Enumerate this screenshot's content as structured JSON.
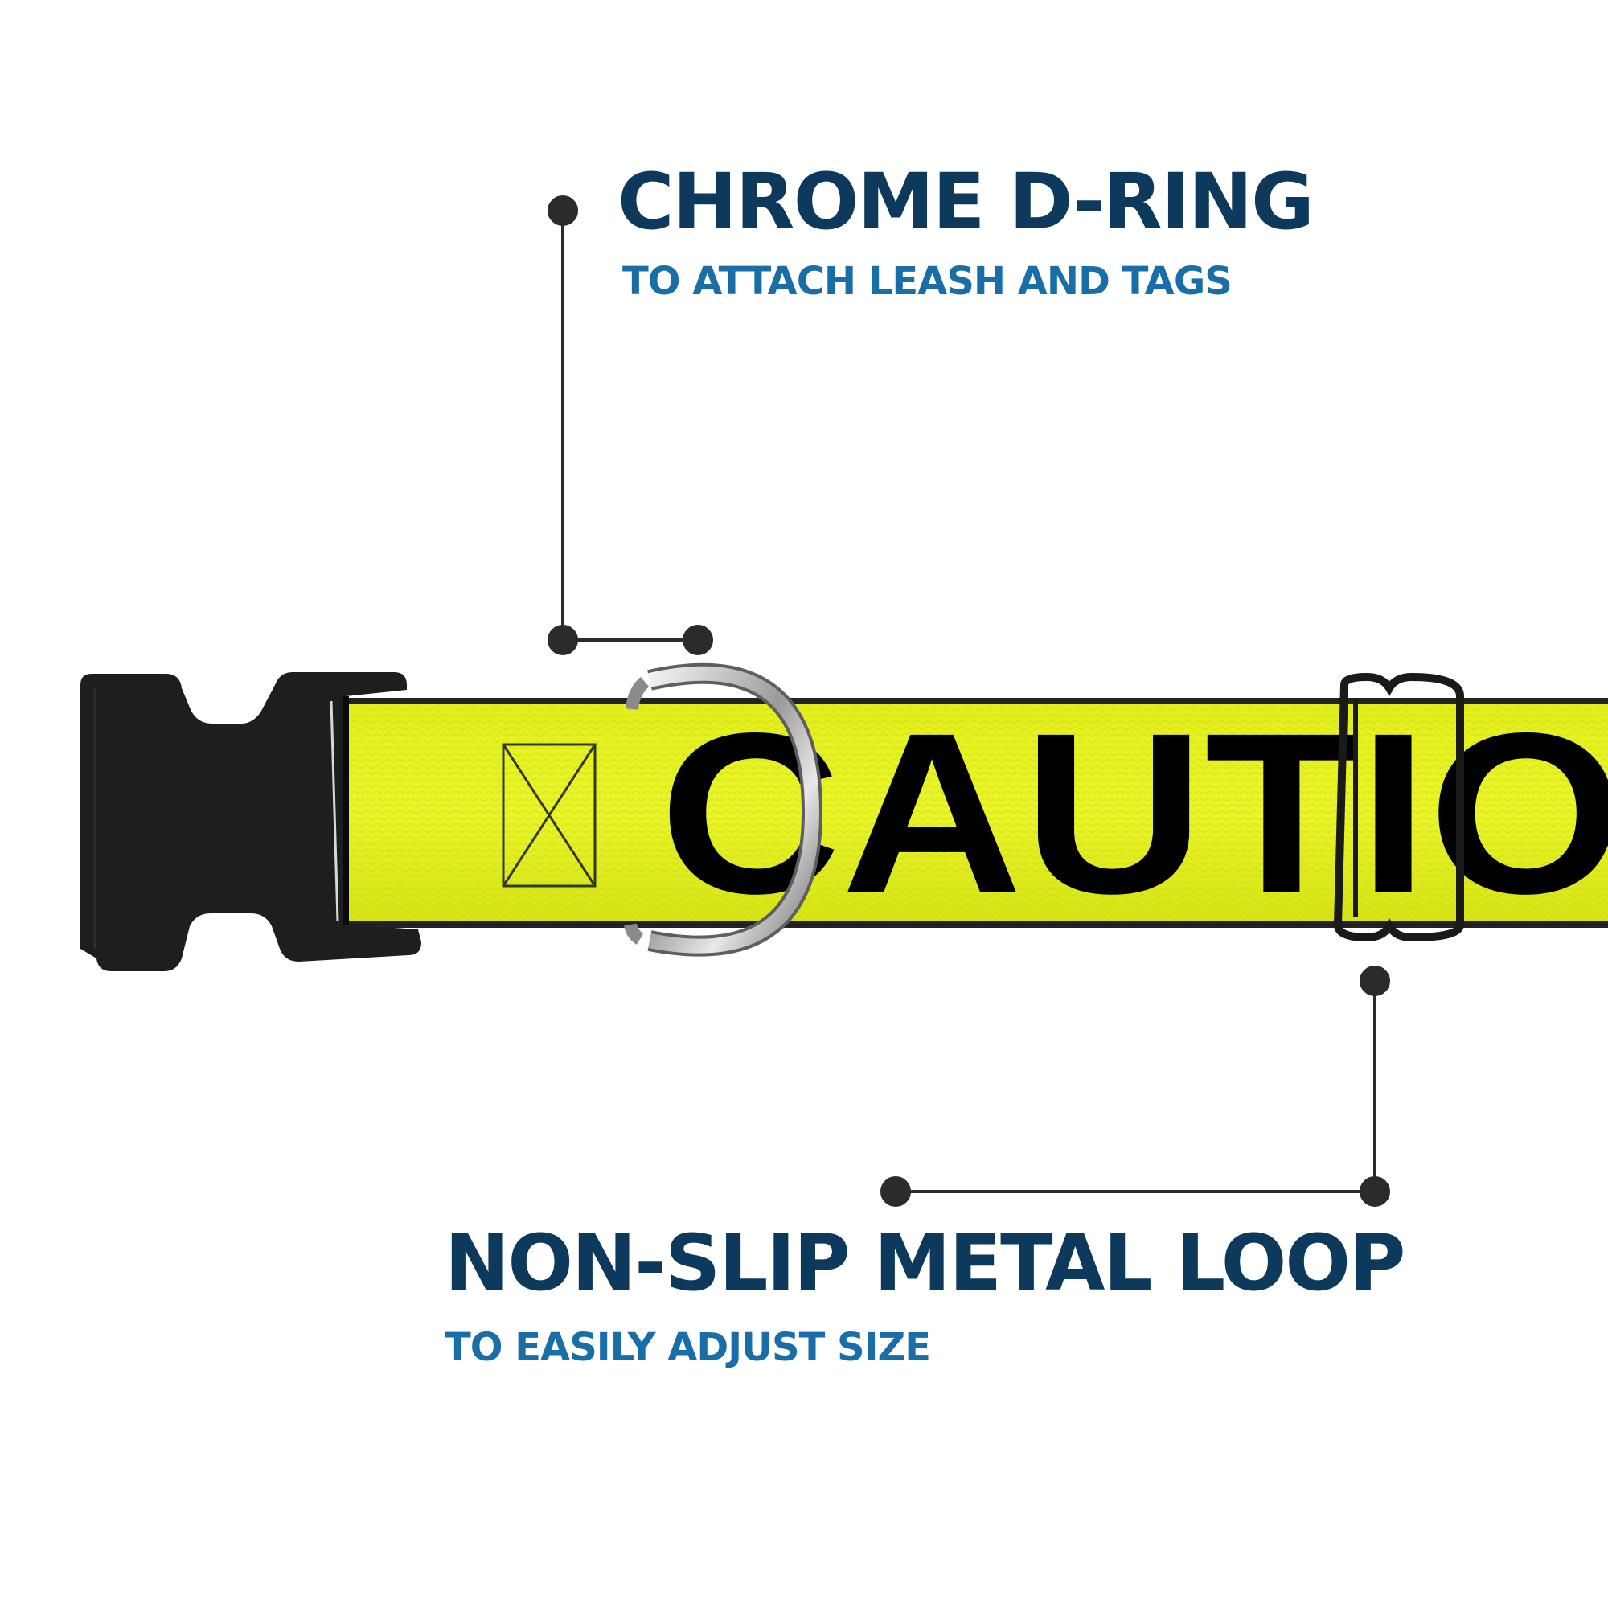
{
  "d_ring_callout": {
    "title": "CHROME D-RING",
    "subtitle": "TO ATTACH LEASH AND TAGS"
  },
  "loop_callout": {
    "title": "NON-SLIP METAL LOOP",
    "subtitle": "TO EASILY ADJUST SIZE"
  },
  "collar": {
    "print_text": "CAUTIO",
    "webbing_color": "#e6f21a",
    "print_color": "#000000",
    "buckle_color": "#1e1e1e"
  },
  "colors": {
    "heading": "#0d3a5c",
    "subheading": "#1a6ea8",
    "leader_line": "#2b2b2b"
  }
}
